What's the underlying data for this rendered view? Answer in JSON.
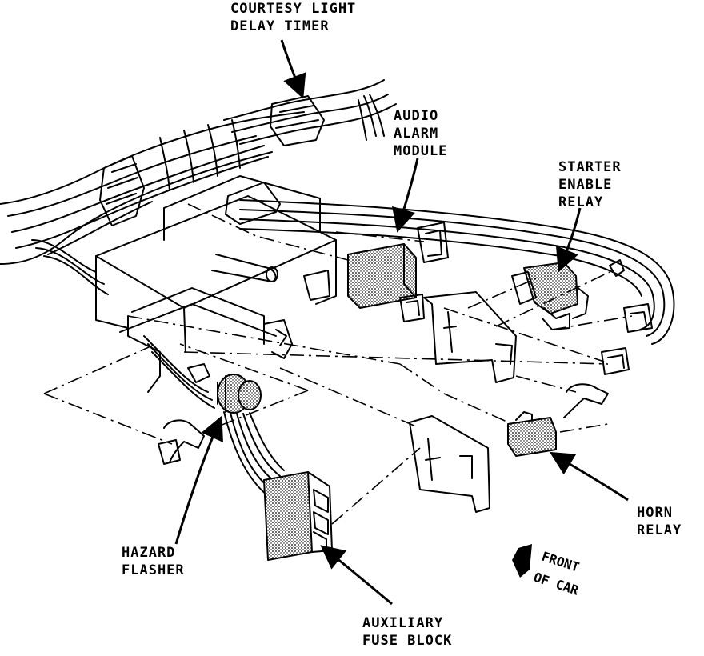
{
  "labels": {
    "courtesy_light": [
      "COURTESY LIGHT",
      "DELAY TIMER"
    ],
    "audio_alarm": [
      "AUDIO",
      "ALARM",
      "MODULE"
    ],
    "starter_enable": [
      "STARTER",
      "ENABLE",
      "RELAY"
    ],
    "horn_relay": [
      "HORN",
      "RELAY"
    ],
    "hazard_flasher": [
      "HAZARD",
      "FLASHER"
    ],
    "aux_fuse": [
      "AUXILIARY",
      "FUSE BLOCK"
    ],
    "front_of_car": [
      "FRONT",
      "OF CAR"
    ]
  },
  "colors": {
    "ink": "#000000",
    "paper": "#ffffff",
    "stipple": "#555555"
  }
}
